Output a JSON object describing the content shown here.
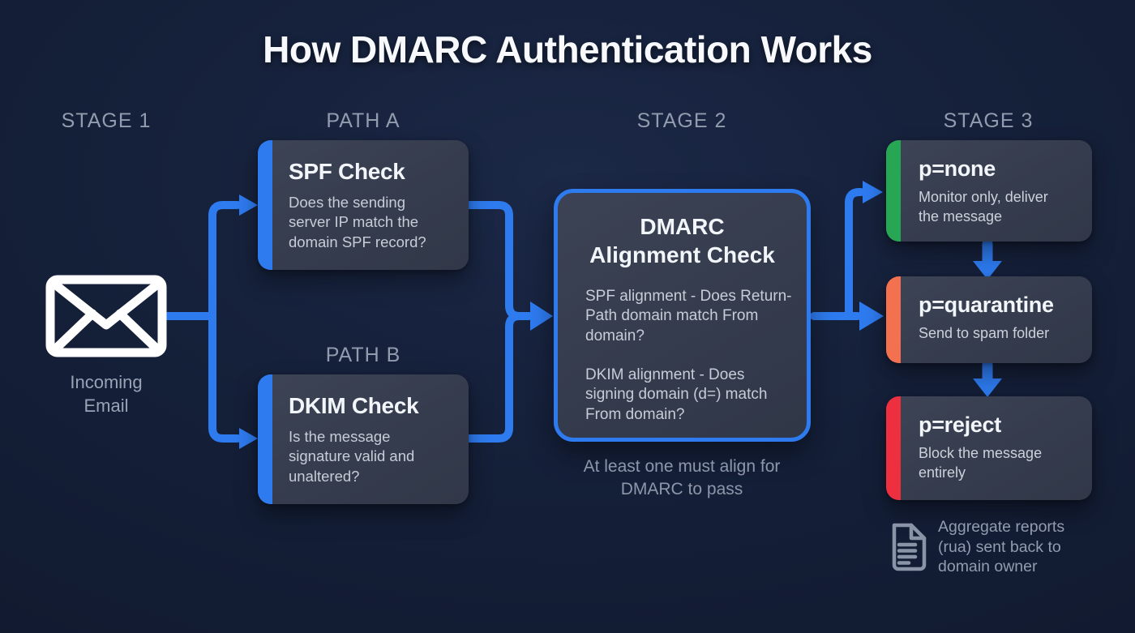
{
  "title": "How DMARC Authentication Works",
  "labels": {
    "stage1": "STAGE 1",
    "path_a": "PATH A",
    "path_b": "PATH B",
    "stage2": "STAGE 2",
    "stage3": "STAGE 3"
  },
  "incoming_email": {
    "label": "Incoming Email",
    "icon": "envelope-icon"
  },
  "checks": {
    "spf": {
      "title": "SPF Check",
      "body": "Does the sending server IP match the domain SPF record?"
    },
    "dkim": {
      "title": "DKIM Check",
      "body": "Is the message signature valid and unaltered?"
    }
  },
  "dmarc": {
    "title_line1": "DMARC",
    "title_line2": "Alignment Check",
    "body1": "SPF alignment - Does Return-Path domain match From domain?",
    "body2": "DKIM alignment - Does signing domain (d=) match From domain?",
    "caption": "At least one must align for DMARC to pass"
  },
  "policies": [
    {
      "title": "p=none",
      "body": "Monitor only, deliver the message",
      "accent": "#27a653"
    },
    {
      "title": "p=quarantine",
      "body": "Send to spam folder",
      "accent": "#f3714e"
    },
    {
      "title": "p=reject",
      "body": "Block the message entirely",
      "accent": "#ee2f40"
    }
  ],
  "footnote": {
    "text": "Aggregate reports (rua) sent back to domain owner",
    "icon": "document-icon"
  },
  "colors": {
    "background": "#15203a",
    "card": "#363d4f",
    "connector": "#2e7bf0",
    "title_text": "#f7f9fc",
    "body_text": "#c7ccd7",
    "label_text": "#929cae"
  }
}
